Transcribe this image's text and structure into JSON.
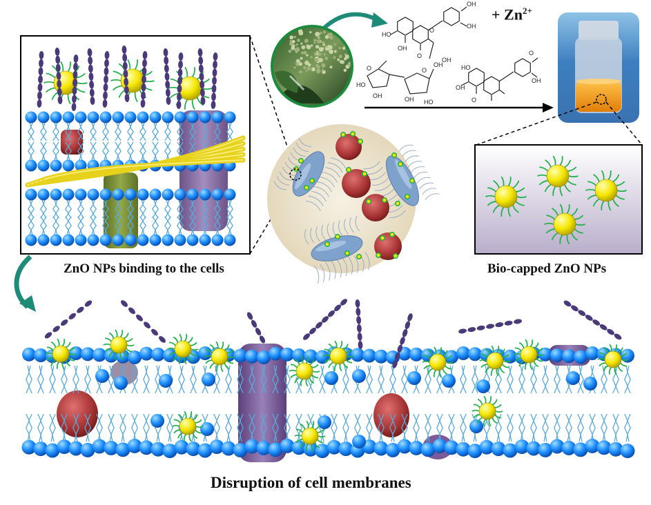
{
  "captions": {
    "binding": "ZnO NPs binding to the cells",
    "biocapped": "Bio-capped ZnO NPs",
    "disruption": "Disruption of cell membranes"
  },
  "reaction": {
    "ion_plus": "+ Zn",
    "ion_charge": "2+"
  },
  "molecule_labels": [
    "OH",
    "OH",
    "HO",
    "OH",
    "O",
    "O",
    "OH",
    "O",
    "O",
    "HO",
    "OH",
    "OH",
    "HO",
    "OH",
    "HO",
    "O",
    "OH",
    "OH",
    "O"
  ],
  "colors": {
    "lipid_head": "#1e90ff",
    "nanoparticle": "#f5e600",
    "capping": "#22b14c",
    "protein_purple": "#7a5a99",
    "protein_red": "#a33030",
    "protein_green": "#7a8f35",
    "tube_yellow": "#e6d21a",
    "glycan": "#4a3a7a",
    "vial_liquid": "#f29a12",
    "arrow_teal": "#1e8a78"
  }
}
